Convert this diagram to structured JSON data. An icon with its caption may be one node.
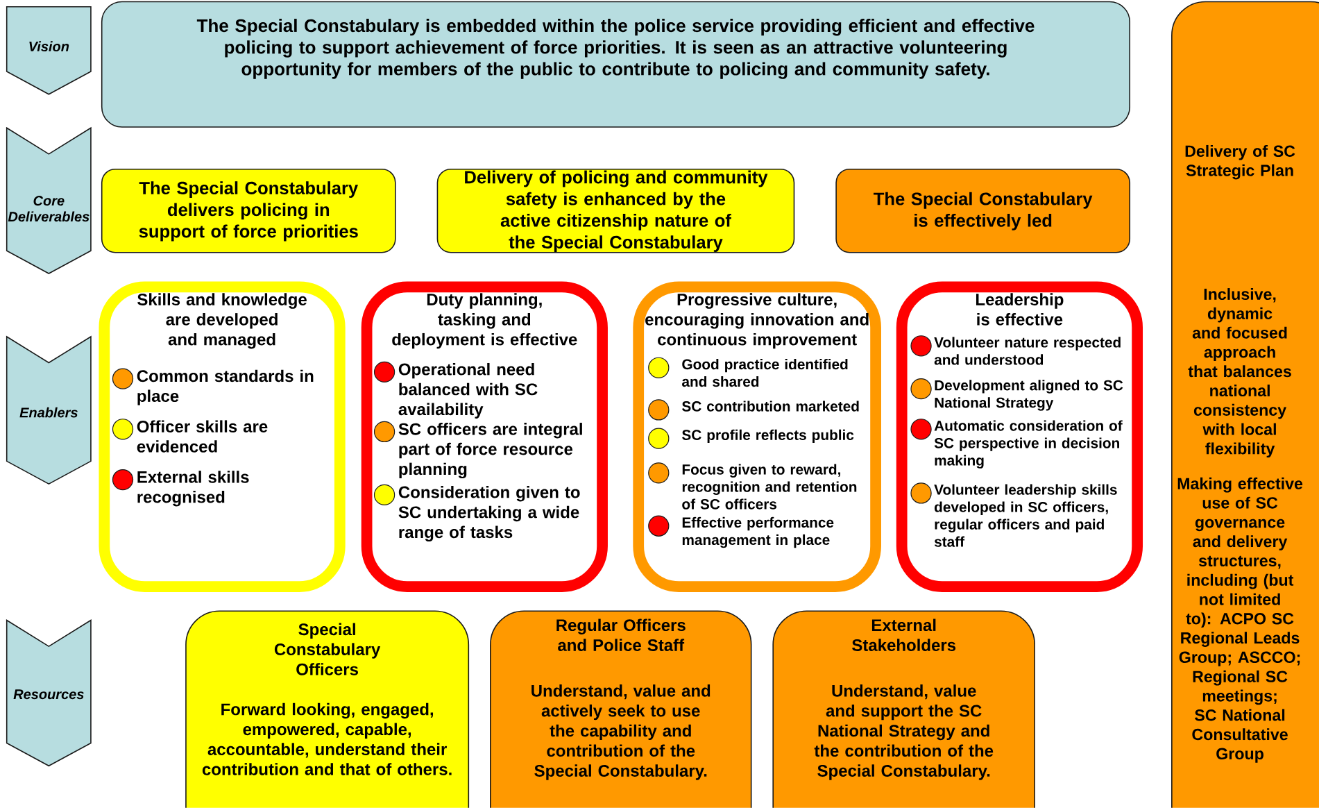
{
  "diagram": {
    "nodes": [
      {
        "text": [
          "Vision"
        ]
      },
      {
        "text": [
          "Core Deliverables"
        ]
      },
      {
        "text": [
          "Enablers"
        ]
      },
      {
        "text": [
          "Resources"
        ]
      },
      {
        "text": [
          "The Special Constabulary is embedded within the police service providing efficient and effective policing to support achievement of force priorities. It is seen as an attractive volunteering opportunity for members of the public to contribute to policing and community safety."
        ]
      },
      {
        "text": [
          "The Special Constabulary delivers policing in support of force priorities"
        ]
      },
      {
        "text": [
          "Delivery of policing and community safety is enhanced by the active citizenship nature of the Special Constabulary"
        ]
      },
      {
        "text": [
          "The Special Constabulary is effectively led"
        ]
      },
      {
        "text": [
          "Skills and knowledge are developed and managed",
          "Common standards in place",
          "Officer skills are evidenced",
          "External skills recognised"
        ]
      },
      {
        "text": [
          "Duty planning, tasking and deployment is effective",
          "Operational need balanced with SC availability",
          "SC officers are integral part of force resource planning",
          "Consideration given to SC undertaking a wide range of tasks"
        ]
      },
      {
        "text": [
          "Progressive culture, encouraging innovation and continuous improvement",
          "Good practice identified and shared",
          "SC contribution marketed",
          "SC profile reflects public",
          "Focus given to reward, recognition and retention of SC officers",
          "Effective performance management in place"
        ]
      },
      {
        "text": [
          "Leadership is effective",
          "Volunteer nature respected and understood",
          "Development aligned to SC National Strategy",
          "Automatic consideration of SC perspective in decision making",
          "Volunteer leadership skills developed in SC officers, regular officers and paid staff"
        ]
      },
      {
        "text": [
          "Special Constabulary Officers",
          "Forward looking, engaged, empowered, capable, accountable, understand their contribution and that of others."
        ]
      },
      {
        "text": [
          "Regular Officers and Police Staff",
          "Understand, value and actively seek to use the capability and contribution of the Special Constabulary."
        ]
      },
      {
        "text": [
          "External Stakeholders",
          "Understand, value and support the SC National Strategy and the contribution of the Special Constabulary."
        ]
      },
      {
        "text": [
          "Delivery of SC Strategic Plan",
          "Inclusive, dynamic and focused approach that balances national consistency with local flexibility",
          "Making effective use of SC governance and delivery structures, including (but not limited to): ACPO SC Regional Leads Group; ASCCO; Regional SC meetings; SC National Consultative Group"
        ]
      }
    ]
  }
}
